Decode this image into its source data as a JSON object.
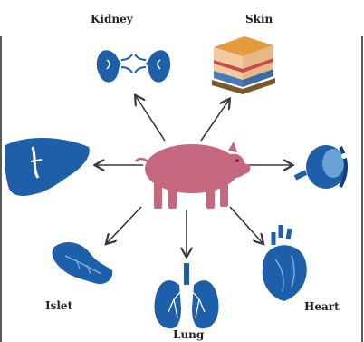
{
  "organs": {
    "kidney": "Kidney",
    "skin": "Skin",
    "islet": "Islet",
    "heart": "Heart",
    "lung": "Lung"
  },
  "colors": {
    "organ_blue": "#1d5fa8",
    "organ_dark": "#0f3f7a",
    "pig_pink": "#c4677f",
    "arrow": "#3a3a3a",
    "skin_top": "#e59a3d",
    "skin_mid": "#f2c9a0",
    "skin_red": "#c94a4a",
    "skin_base": "#7a5a2b"
  },
  "icons": {
    "center": "pig-icon",
    "kidney": "kidney-icon",
    "skin": "skin-layers-icon",
    "liver": "liver-icon",
    "eye": "eye-icon",
    "pancreas": "pancreas-icon",
    "lung": "lung-icon",
    "heart": "heart-icon"
  }
}
